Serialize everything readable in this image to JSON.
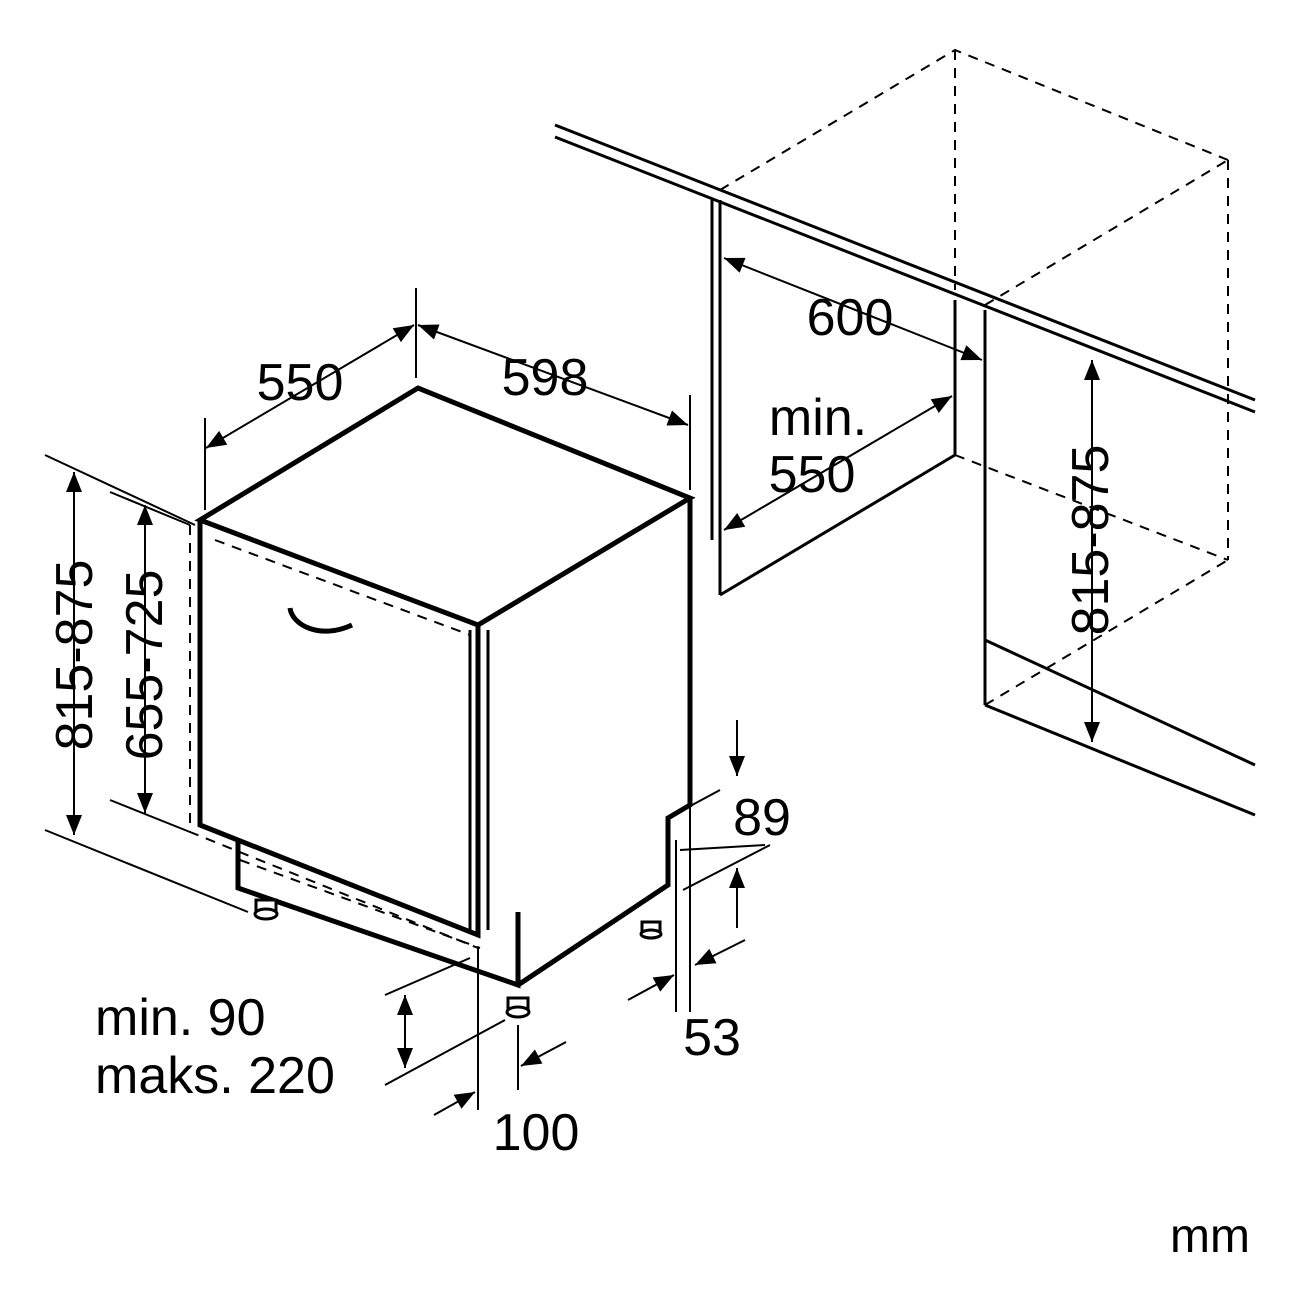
{
  "diagram": {
    "unit": "mm",
    "dimensions": {
      "depth": "550",
      "width": "598",
      "niche_width": "600",
      "niche_depth_line1": "min.",
      "niche_depth_line2": "550",
      "niche_height": "815-875",
      "total_height": "815-875",
      "door_height": "655-725",
      "plinth_top": "89",
      "plinth_bottom": "53",
      "plinth_height_line1": "min. 90",
      "plinth_height_line2": "maks. 220",
      "plinth_depth": "100"
    }
  }
}
